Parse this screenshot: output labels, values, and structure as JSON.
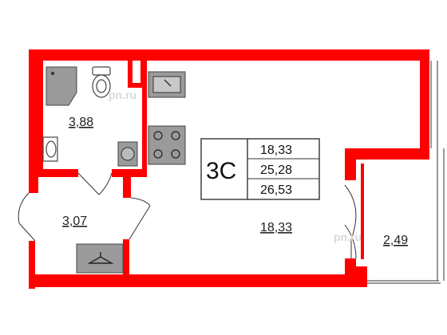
{
  "apartment": {
    "type_code": "3С",
    "areas": {
      "living": "18,33",
      "total": "25,28",
      "total_with_balcony": "26,53"
    }
  },
  "rooms": {
    "bathroom": "3,88",
    "hallway": "3,07",
    "main_room": "18,33",
    "balcony": "2,49"
  },
  "watermark": {
    "text": "pn.ru"
  },
  "colors": {
    "wall": "#ff0000",
    "fixture_gray": "#9a9a9a"
  },
  "icons": [
    "shower-icon",
    "toilet-icon",
    "washbasin-icon",
    "washing-machine-icon",
    "kitchen-sink-icon",
    "stove-icon",
    "wardrobe-icon"
  ]
}
